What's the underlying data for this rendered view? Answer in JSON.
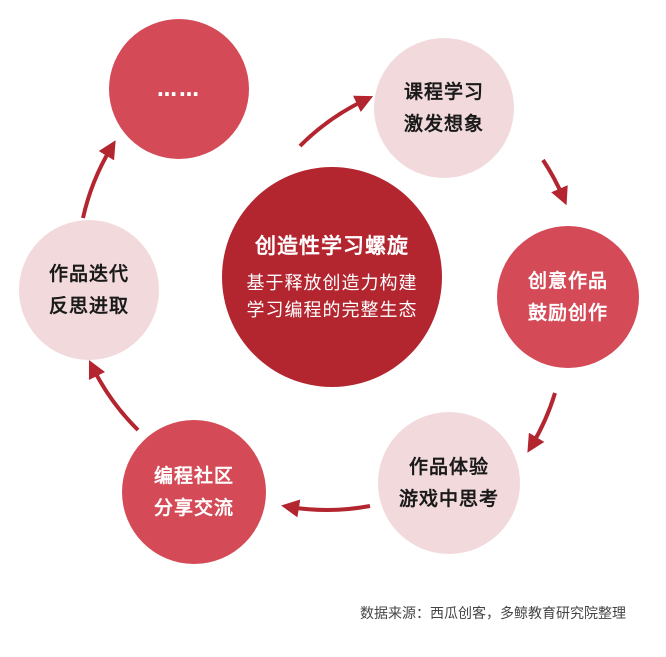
{
  "center": {
    "title": "创造性学习螺旋",
    "line1": "基于释放创造力构建",
    "line2": "学习编程的完整生态"
  },
  "nodes": {
    "course": {
      "line1": "课程学习",
      "line2": "激发想象"
    },
    "creative": {
      "line1": "创意作品",
      "line2": "鼓励创作"
    },
    "experience": {
      "line1": "作品体验",
      "line2": "游戏中思考"
    },
    "community": {
      "line1": "编程社区",
      "line2": "分享交流"
    },
    "iterate": {
      "line1": "作品迭代",
      "line2": "反思进取"
    },
    "more": {
      "line1": "……"
    }
  },
  "source": "数据来源：西瓜创客，多鲸教育研究院整理",
  "colors": {
    "dark": "#b3252f",
    "medium": "#d44a57",
    "light": "#f2d9dc",
    "arrow": "#b3252f"
  }
}
